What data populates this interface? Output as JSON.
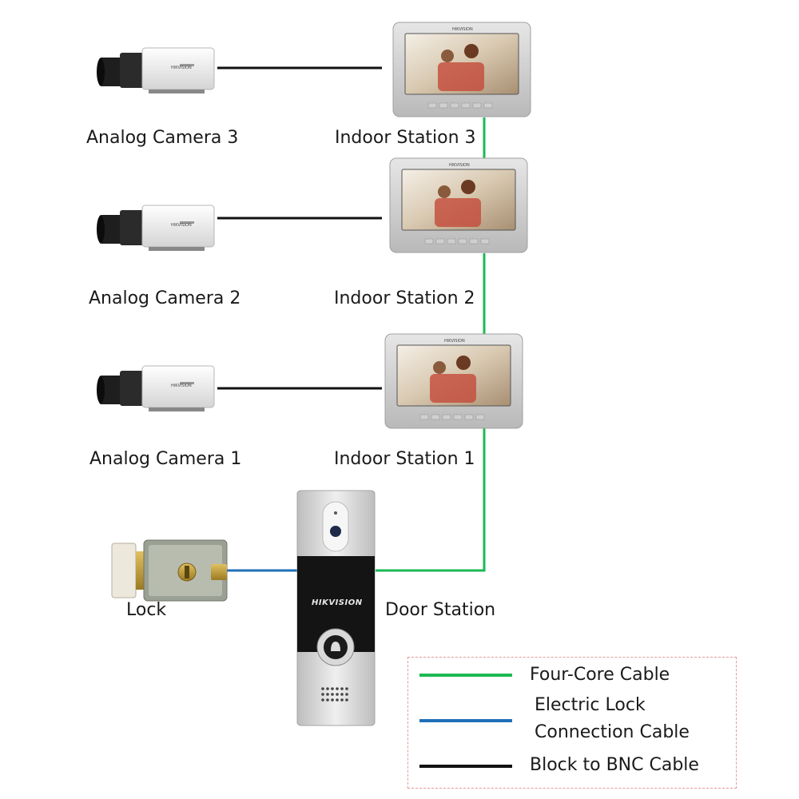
{
  "devices": {
    "camera3": "Analog Camera 3",
    "camera2": "Analog Camera 2",
    "camera1": "Analog Camera 1",
    "indoor3": "Indoor Station 3",
    "indoor2": "Indoor Station 2",
    "indoor1": "Indoor Station 1",
    "lock": "Lock",
    "door": "Door Station"
  },
  "brand": "HIKVISION",
  "legend": {
    "four_core": "Four-Core Cable",
    "electric_lock_1": "Electric Lock",
    "electric_lock_2": "Connection Cable",
    "bnc": "Block to BNC Cable"
  },
  "colors": {
    "four_core": "#1db954",
    "electric_lock": "#1f6fb8",
    "bnc": "#111111"
  }
}
